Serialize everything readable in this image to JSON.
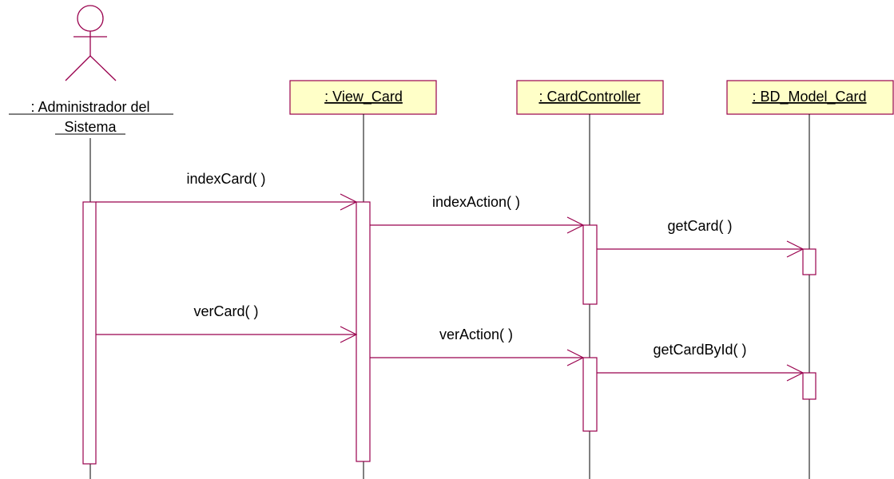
{
  "colors": {
    "line": "#99004d",
    "box_fill": "#ffffc8",
    "text": "#000000",
    "background": "#ffffff"
  },
  "actor": {
    "icon": "stick-figure-icon",
    "name_line1": ": Administrador del",
    "name_line2": "Sistema"
  },
  "objects": {
    "view_card": ": View_Card",
    "card_controller": ": CardController",
    "bd_model_card": ": BD_Model_Card"
  },
  "messages": {
    "index_card": "indexCard( )",
    "index_action": "indexAction( )",
    "get_card": "getCard( )",
    "ver_card": "verCard( )",
    "ver_action": "verAction( )",
    "get_card_by_id": "getCardById( )"
  }
}
